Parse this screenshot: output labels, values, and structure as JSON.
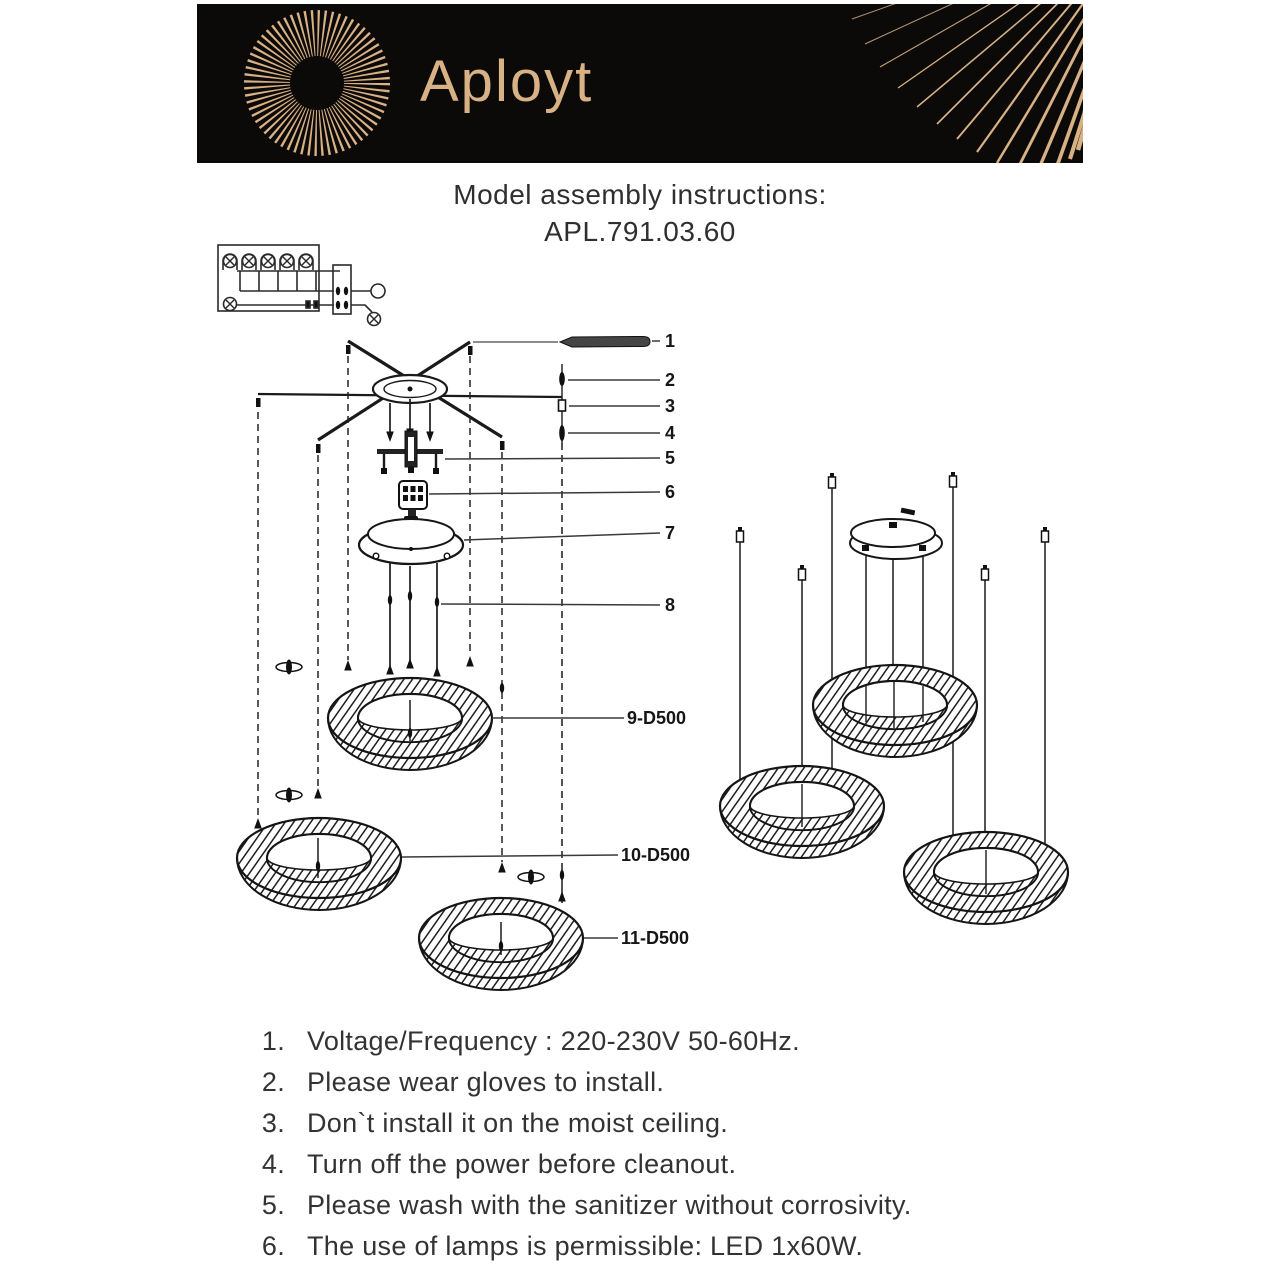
{
  "header": {
    "brand": "Aployt",
    "bg_color": "#0c0a09",
    "accent_color": "#d8b184"
  },
  "title": {
    "heading": "Model assembly instructions:",
    "model": "APL.791.03.60"
  },
  "diagram": {
    "part_labels": [
      "1",
      "2",
      "3",
      "4",
      "5",
      "6",
      "7",
      "8"
    ],
    "ring_labels": [
      "9-D500",
      "10-D500",
      "11-D500"
    ]
  },
  "instructions": {
    "items": [
      {
        "num": "1.",
        "text": "Voltage/Frequency : 220-230V 50-60Hz."
      },
      {
        "num": "2.",
        "text": "Please wear gloves to install."
      },
      {
        "num": "3.",
        "text": "Don`t install it on the moist ceiling."
      },
      {
        "num": "4.",
        "text": "Turn off the power before cleanout."
      },
      {
        "num": "5.",
        "text": "Please wash with the sanitizer without corrosivity."
      },
      {
        "num": "6.",
        "text": "The use of lamps is permissible: LED 1x60W."
      }
    ]
  }
}
